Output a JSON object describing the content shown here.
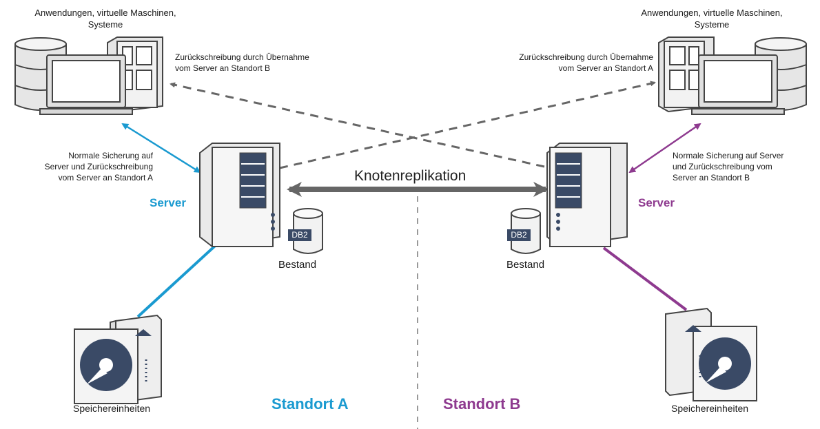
{
  "colors": {
    "site_a": "#1a9ad0",
    "site_b": "#8e3a8f",
    "replication_arrow": "#666666",
    "dashed": "#666666",
    "db_tag": "#3a4a66"
  },
  "site_a": {
    "apps_label_line1": "Anwendungen, virtuelle Maschinen,",
    "apps_label_line2": "Systeme",
    "restore_takeover_line1": "Zurückschreibung durch Übernahme",
    "restore_takeover_line2": "vom Server an Standort B",
    "backup_line1": "Normale Sicherung auf",
    "backup_line2": "Server und Zurückschreibung",
    "backup_line3": "vom Server an Standort A",
    "server_label": "Server",
    "db_tag": "DB2",
    "inventory_label": "Bestand",
    "storage_label": "Speichereinheiten",
    "site_label": "Standort A"
  },
  "site_b": {
    "apps_label_line1": "Anwendungen, virtuelle Maschinen,",
    "apps_label_line2": "Systeme",
    "restore_takeover_line1": "Zurückschreibung durch Übernahme",
    "restore_takeover_line2": "vom Server an Standort A",
    "backup_line1": "Normale Sicherung auf Server",
    "backup_line2": "und Zurückschreibung vom",
    "backup_line3": "Server an Standort B",
    "server_label": "Server",
    "db_tag": "DB2",
    "inventory_label": "Bestand",
    "storage_label": "Speichereinheiten",
    "site_label": "Standort B"
  },
  "replication_label": "Knotenreplikation",
  "icons": [
    "database-icon",
    "laptop-icon",
    "tower-server-icon",
    "storage-disk-icon"
  ]
}
